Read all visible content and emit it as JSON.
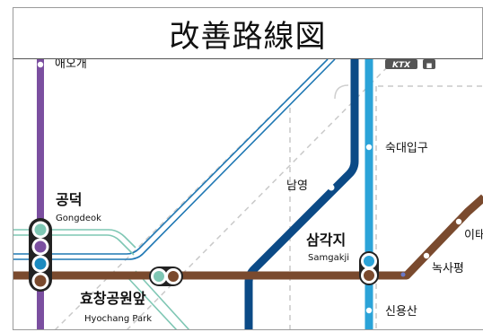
{
  "title": "改善路線図",
  "colors": {
    "line5_purple": "#7b4fa0",
    "line6_brown": "#7a4a2e",
    "line4_navy": "#0b4a86",
    "line4_light": "#2a8ec8",
    "airport_teal": "#7fc7b4",
    "gyeongui_skyblue": "#2ba3d8",
    "dashed_gray": "#c8c8c8"
  },
  "badges": {
    "ktx": "KTX",
    "extra": "■"
  },
  "stations": {
    "aeogae": {
      "ko": "애오개"
    },
    "gongdeok": {
      "ko": "공덕",
      "en": "Gongdeok"
    },
    "hyochang": {
      "ko": "효창공원앞",
      "en": "Hyochang Park"
    },
    "namyeong": {
      "ko": "남영"
    },
    "samgakji": {
      "ko": "삼각지",
      "en": "Samgakji"
    },
    "sookmyung": {
      "ko": "숙대입구"
    },
    "noksapyeong": {
      "ko": "녹사평"
    },
    "sinyongsan": {
      "ko": "신용산"
    },
    "itaewon_partial": {
      "ko": "이태"
    }
  }
}
